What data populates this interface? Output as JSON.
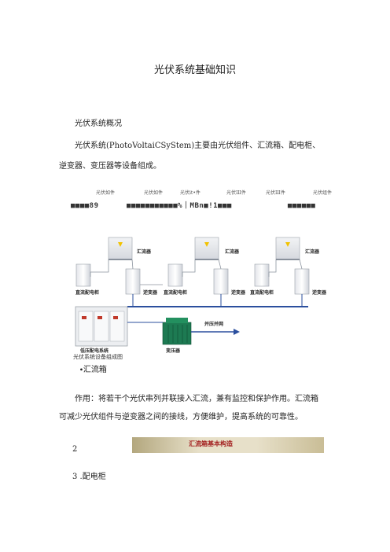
{
  "doc": {
    "title": "光伏系统基础知识",
    "overview_heading": "光伏系统概况",
    "overview_line1": "光伏系统(PhotoVoltaiCSyStem)主要由光伏组件、汇流箱、配电柜、",
    "overview_line2": "逆变器、变压器等设备组成。",
    "small_labels": [
      "光伏如件",
      "光伏如件",
      "光伏it•件",
      "光伏Ш件",
      "光伏Ш件",
      "光伏组件"
    ],
    "garbled_line": "■■■■89      ■■■■■■■■■■■%｜MBn■!1■■■            ■■■■■■",
    "figure": {
      "combiner_label": "汇流器",
      "dc_cabinet_label": "直流配电柜",
      "inverter_label": "逆变器",
      "grid_label": "并压并网",
      "lv_system_label": "低压配电系统",
      "transformer_label": "变压器"
    },
    "figure_caption": "光伏系统设备组成图",
    "item1_heading": "∙汇流箱",
    "item1_line1": "作用：将若干个光伏串列并联接入汇流，兼有监控和保护作用。汇流箱",
    "item1_line2": "可减少光伏组件与逆变器之间的接线，方便维护，提高系统的可靠性。",
    "item2_number": "2",
    "banner_text": "汇流箱基本构造",
    "item3_heading": "3 .配电柜"
  },
  "colors": {
    "label_red": "#a32020",
    "transformer_green": "#1d7a52",
    "line_blue": "#2b4f9e"
  }
}
